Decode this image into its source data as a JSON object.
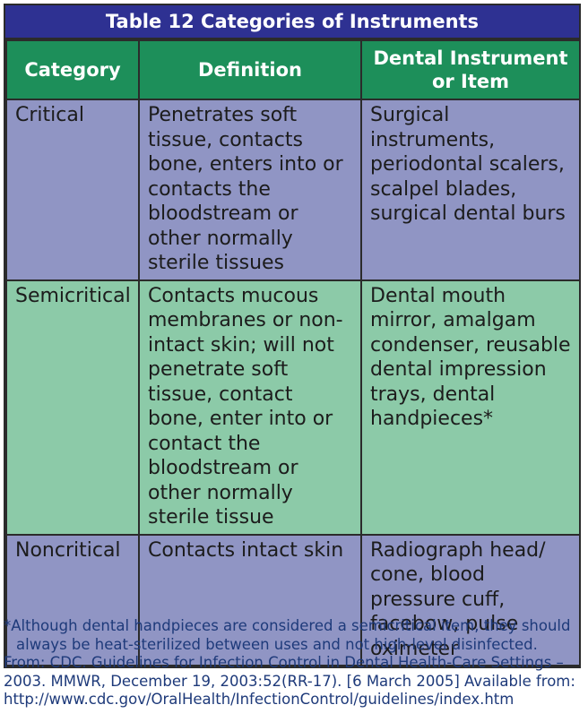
{
  "table": {
    "title": "Table 12 Categories of Instruments",
    "headers": [
      "Category",
      "Definition",
      "Dental Instrument or Item"
    ],
    "rows": [
      {
        "category": "Critical",
        "definition": "Penetrates soft tissue, contacts bone, enters into or contacts the bloodstream or other normally sterile tissues",
        "items": "Surgical instruments, periodontal scalers, scalpel blades, surgical dental burs"
      },
      {
        "category": "Semicritical",
        "definition": "Contacts mucous membranes or non-intact skin; will not penetrate soft tissue, contact bone, enter into or contact the bloodstream or other normally sterile tissue",
        "items": "Dental mouth mirror, amalgam condenser, reusable dental impression trays, dental handpieces*"
      },
      {
        "category": "Noncritical",
        "definition": "Contacts intact skin",
        "items": "Radiograph head/ cone, blood pressure cuff, facebow, pulse oximeter"
      }
    ]
  },
  "footnote": {
    "line1": "*Although dental handpieces are considered a semicritical item, they should",
    "line2": "always be heat-sterilized between uses and not high-level disinfected.",
    "source1": "From: CDC. Guidelines for Infection Control in Dental Health-Care Settings –",
    "source2": "2003. MMWR, December 19, 2003:52(RR-17). [6 March 2005] Available from:",
    "source3": "http://www.cdc.gov/OralHealth/InfectionControl/guidelines/index.htm"
  },
  "colors": {
    "title_bg": "#2e3192",
    "header_bg": "#1d8f5a",
    "row_purple": "#9095c4",
    "row_green": "#8ccaa8",
    "footnote_text": "#1e3a7a"
  }
}
